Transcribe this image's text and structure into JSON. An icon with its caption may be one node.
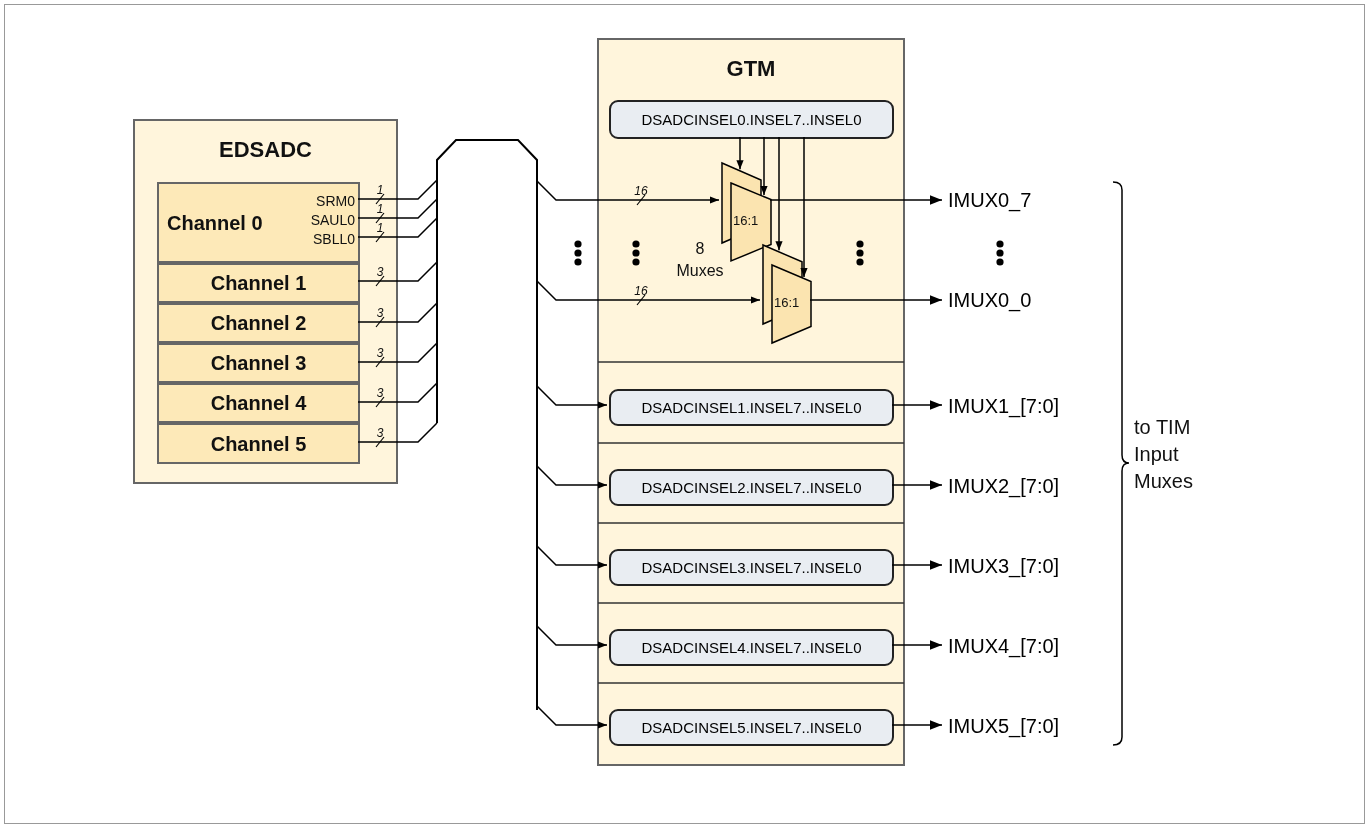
{
  "diagram": {
    "nodes": [
      {
        "text": [
          "EDSADC"
        ]
      },
      {
        "text": [
          "Channel 0",
          "SRM0",
          "SAUL0",
          "SBLL0"
        ],
        "in": 0
      },
      {
        "text": [
          "Channel 1"
        ],
        "in": 0
      },
      {
        "text": [
          "Channel 2"
        ],
        "in": 0
      },
      {
        "text": [
          "Channel 3"
        ],
        "in": 0
      },
      {
        "text": [
          "Channel 4"
        ],
        "in": 0
      },
      {
        "text": [
          "Channel 5"
        ],
        "in": 0
      },
      {
        "text": [],
        "shape": "bar"
      },
      {
        "text": [
          "GTM"
        ]
      },
      {
        "text": [
          "DSADCINSEL0.INSEL7..INSEL0"
        ],
        "in": 8
      },
      {
        "text": [],
        "shape": "trapezoid",
        "in": 8
      },
      {
        "text": [
          "16:1"
        ],
        "in": 8
      },
      {
        "text": [],
        "shape": "trapezoid",
        "in": 8
      },
      {
        "text": [
          "16:1"
        ],
        "in": 8
      },
      {
        "text": [
          "IMUX0_7"
        ]
      },
      {
        "text": [
          "IMUX0_0"
        ]
      },
      {
        "text": [
          "DSADCINSEL1.INSEL7..INSEL0"
        ],
        "in": 8
      },
      {
        "text": [
          "DSADCINSEL2.INSEL7..INSEL0"
        ],
        "in": 8
      },
      {
        "text": [
          "DSADCINSEL3.INSEL7..INSEL0"
        ],
        "in": 8
      },
      {
        "text": [
          "DSADCINSEL4.INSEL7..INSEL0"
        ],
        "in": 8
      },
      {
        "text": [
          "DSADCINSEL5.INSEL7..INSEL0"
        ],
        "in": 8
      },
      {
        "text": [
          "IMUX1_[7:0]"
        ]
      },
      {
        "text": [
          "IMUX2_[7:0]"
        ]
      },
      {
        "text": [
          "IMUX3_[7:0]"
        ]
      },
      {
        "text": [
          "IMUX4_[7:0]"
        ]
      },
      {
        "text": [
          "IMUX5_[7:0]"
        ]
      }
    ],
    "edges": [
      {
        "from": 1,
        "to": 7,
        "arrow": "none",
        "label": "1"
      },
      {
        "from": 1,
        "to": 7,
        "arrow": "none",
        "label": "1"
      },
      {
        "from": 1,
        "to": 7,
        "arrow": "none",
        "label": "1"
      },
      {
        "from": 2,
        "to": 7,
        "arrow": "none",
        "label": "3"
      },
      {
        "from": 3,
        "to": 7,
        "arrow": "none",
        "label": "3"
      },
      {
        "from": 4,
        "to": 7,
        "arrow": "none",
        "label": "3"
      },
      {
        "from": 5,
        "to": 7,
        "arrow": "none",
        "label": "3"
      },
      {
        "from": 6,
        "to": 7,
        "arrow": "none",
        "label": "3"
      },
      {
        "from": 7,
        "to": 10,
        "arrow": "to",
        "label": "16"
      },
      {
        "from": 7,
        "to": 12,
        "arrow": "to",
        "label": "16"
      },
      {
        "from": 7,
        "to": 16,
        "arrow": "to"
      },
      {
        "from": 7,
        "to": 17,
        "arrow": "to"
      },
      {
        "from": 7,
        "to": 18,
        "arrow": "to"
      },
      {
        "from": 7,
        "to": 19,
        "arrow": "to"
      },
      {
        "from": 7,
        "to": 20,
        "arrow": "to"
      },
      {
        "from": 9,
        "to": 10,
        "arrow": "to"
      },
      {
        "from": 9,
        "to": 11,
        "arrow": "to"
      },
      {
        "from": 9,
        "to": 12,
        "arrow": "to"
      },
      {
        "from": 9,
        "to": 13,
        "arrow": "to"
      },
      {
        "from": 11,
        "to": 14,
        "arrow": "to"
      },
      {
        "from": 13,
        "to": 15,
        "arrow": "to"
      },
      {
        "from": 16,
        "to": 21,
        "arrow": "to"
      },
      {
        "from": 17,
        "to": 22,
        "arrow": "to"
      },
      {
        "from": 18,
        "to": 23,
        "arrow": "to"
      },
      {
        "from": 19,
        "to": 24,
        "arrow": "to"
      },
      {
        "from": 20,
        "to": 25,
        "arrow": "to"
      }
    ],
    "labels": [
      "8 Muxes",
      "to TIM Input Muxes"
    ]
  }
}
